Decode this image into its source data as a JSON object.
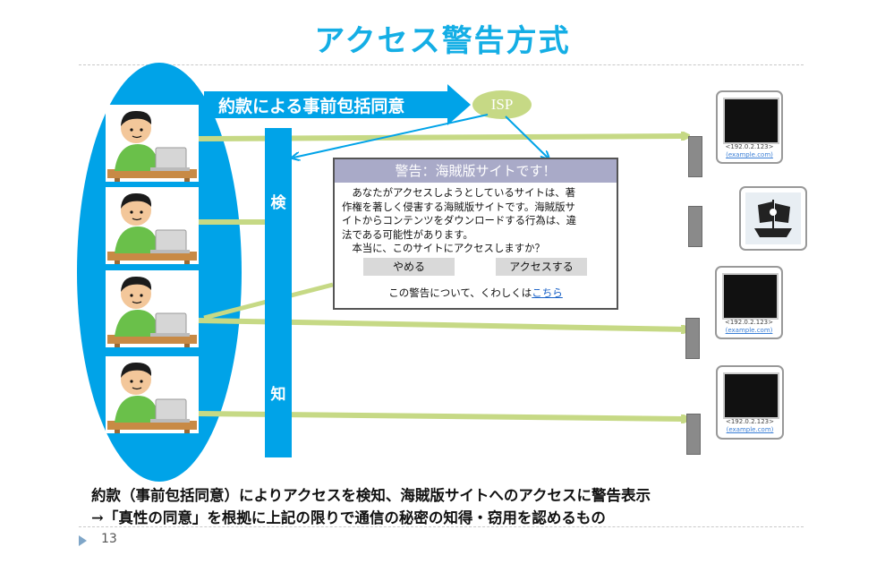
{
  "slide": {
    "title": "アクセス警告方式",
    "page_number": "13"
  },
  "diagram": {
    "consent_banner": "約款による事前包括同意",
    "isp_label": "ISP",
    "detect_chars": [
      "検",
      "知"
    ]
  },
  "warning_dialog": {
    "title": "警告：海賊版サイトです！",
    "body_lines": [
      "　あなたがアクセスしようとしているサイトは、著",
      "作権を著しく侵害する海賊版サイトです。海賊版サ",
      "イトからコンテンツをダウンロードする行為は、違",
      "法である可能性があります。",
      "　本当に、このサイトにアクセスしますか？"
    ],
    "cancel_label": "やめる",
    "access_label": "アクセスする",
    "footer_prefix": "この警告について、くわしくは",
    "footer_link": "こちら"
  },
  "site_cards": {
    "ip": "<192.0.2.123>",
    "domain": "(example.com)"
  },
  "caption": {
    "line1": "約款（事前包括同意）によりアクセスを検知、海賊版サイトへのアクセスに警告表示",
    "line2": "→「真性の同意」を根拠に上記の限りで通信の秘密の知得・窃用を認めるもの"
  },
  "colors": {
    "title_blue": "#14aee5",
    "ellipse_blue": "#00a3e8",
    "arrow_green": "#c6d985",
    "dialog_header": "#a9aac8",
    "link_blue": "#1a62c7"
  },
  "icons": [
    "person-at-laptop-icon",
    "server-icon",
    "pirate-ship-icon",
    "arrow-icon"
  ]
}
